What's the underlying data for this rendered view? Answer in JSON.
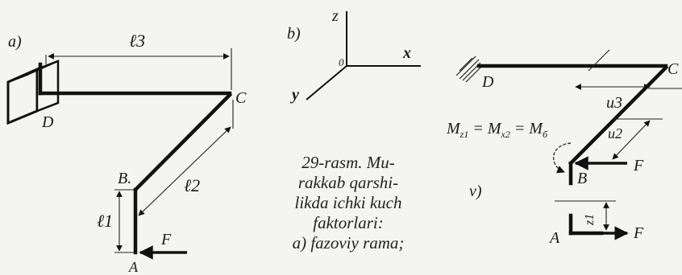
{
  "panel_a": {
    "label": "a)",
    "lengths": {
      "l3": "ℓ3",
      "l2": "ℓ2",
      "l1": "ℓ1"
    },
    "points": {
      "D": "D",
      "C": "C",
      "B": "B.",
      "A": "A"
    },
    "force": "F"
  },
  "panel_b": {
    "label": "b)",
    "axes": {
      "z": "z",
      "x": "x",
      "y": "y",
      "origin": "0"
    }
  },
  "panel_v": {
    "label": "v)",
    "points": {
      "D": "D",
      "C": "C",
      "B": "B",
      "A": "A"
    },
    "dims": {
      "u3": "u3",
      "u2": "u2",
      "z1": "z1"
    },
    "moment_eq": "M",
    "forces": {
      "F1": "F",
      "F2": "F"
    }
  },
  "caption": {
    "lines": [
      "29-rasm. Mu-",
      "rakkab qarshi-",
      "likda ichki kuch",
      "faktorlari:",
      "a) fazoviy  rama;"
    ]
  }
}
